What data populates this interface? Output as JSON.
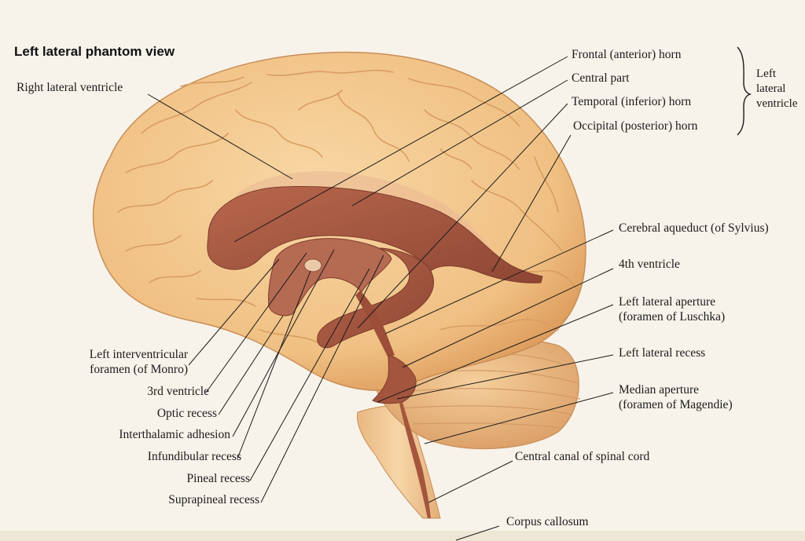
{
  "title": "Left lateral phantom view",
  "group_label": [
    "Left",
    "lateral",
    "ventricle"
  ],
  "labels": {
    "right_lateral_ventricle": "Right lateral ventricle",
    "frontal_horn": "Frontal (anterior) horn",
    "central_part": "Central part",
    "temporal_horn": "Temporal (inferior) horn",
    "occipital_horn": "Occipital (posterior) horn",
    "cerebral_aqueduct": "Cerebral aqueduct (of Sylvius)",
    "fourth_ventricle": "4th ventricle",
    "lateral_aperture_1": "Left lateral aperture",
    "lateral_aperture_2": "(foramen of Luschka)",
    "lateral_recess": "Left lateral recess",
    "median_aperture_1": "Median aperture",
    "median_aperture_2": "(foramen of Magendie)",
    "central_canal": "Central canal of spinal cord",
    "corpus_callosum": "Corpus callosum",
    "interventricular_1": "Left interventricular",
    "interventricular_2": "foramen (of Monro)",
    "third_ventricle": "3rd ventricle",
    "optic_recess": "Optic recess",
    "interthalamic_adhesion": "Interthalamic adhesion",
    "infundibular_recess": "Infundibular recess",
    "pineal_recess": "Pineal recess",
    "suprapineal_recess": "Suprapineal recess"
  },
  "colors": {
    "background": "#f7f3ea",
    "cerebrum": "#f3c88c",
    "cerebrum_shade": "#e2a461",
    "cerebellum": "#efbf86",
    "brainstem": "#f0cc98",
    "ventricle": "#a4553d",
    "ventricle_light": "#c47a60",
    "leader_line": "#1a1a1a"
  }
}
